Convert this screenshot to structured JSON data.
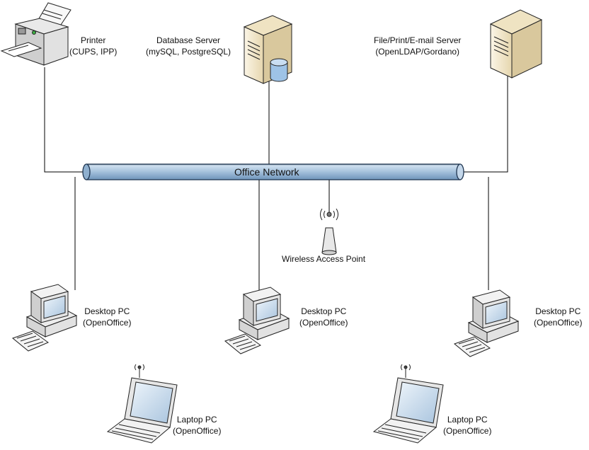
{
  "network": {
    "label": "Office Network"
  },
  "devices": {
    "printer": {
      "line1": "Printer",
      "line2": "(CUPS, IPP)"
    },
    "db_server": {
      "line1": "Database Server",
      "line2": "(mySQL, PostgreSQL)"
    },
    "file_server": {
      "line1": "File/Print/E-mail Server",
      "line2": "(OpenLDAP/Gordano)"
    },
    "wap": {
      "line1": "Wireless Access Point"
    },
    "desktop_left": {
      "line1": "Desktop PC",
      "line2": "(OpenOffice)"
    },
    "desktop_center": {
      "line1": "Desktop PC",
      "line2": "(OpenOffice)"
    },
    "desktop_right": {
      "line1": "Desktop PC",
      "line2": "(OpenOffice)"
    },
    "laptop_left": {
      "line1": "Laptop PC",
      "line2": "(OpenOffice)"
    },
    "laptop_right": {
      "line1": "Laptop PC",
      "line2": "(OpenOffice)"
    }
  },
  "colors": {
    "pipe_fill": "#a9c4de",
    "pipe_stroke": "#1f3550",
    "server_fill": "#f3e9cf",
    "monitor_fill": "#e6e6e6",
    "screen_fill": "#cfe0f0",
    "db_fill": "#9ec3e6"
  }
}
